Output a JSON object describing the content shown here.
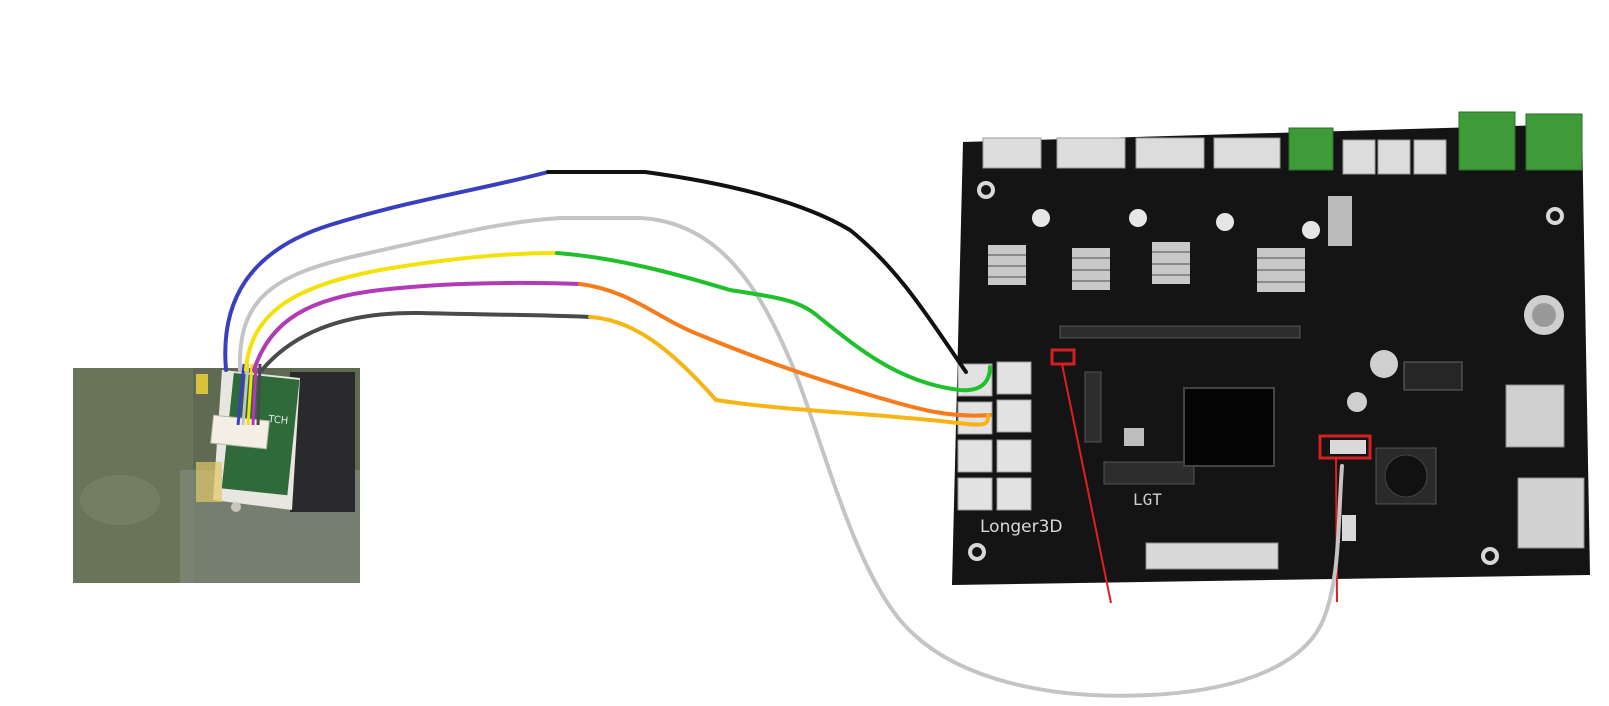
{
  "board": {
    "brand_label": "Longer3D",
    "chip_label": "LGT"
  },
  "sensor": {
    "board_print": "TCH"
  },
  "wires": [
    {
      "id": "wire-blue-black",
      "colors": [
        "#3a3fc0",
        "#111111"
      ]
    },
    {
      "id": "wire-gray-long",
      "colors": [
        "#c4c4c4"
      ]
    },
    {
      "id": "wire-yellow-green",
      "colors": [
        "#f2e20a",
        "#1fc02c"
      ]
    },
    {
      "id": "wire-purple-orange",
      "colors": [
        "#b23ab8",
        "#f57b1b"
      ]
    },
    {
      "id": "wire-darkgray-amber",
      "colors": [
        "#4a4a4a",
        "#f7b515"
      ]
    }
  ],
  "colors": {
    "pcb": "#141414",
    "terminal_block": "#3f9a3a",
    "connector": "#dcdcdc",
    "heatsink": "#c8c8c8",
    "highlight_box": "#d42020",
    "pointer_line": "#e02020"
  }
}
